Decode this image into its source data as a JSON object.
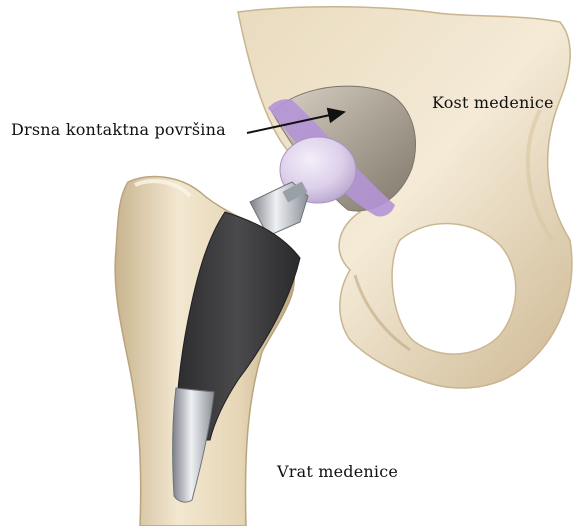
{
  "labels": {
    "contact_surface": "Drsna kontaktna površina",
    "pelvis_bone": "Kost medenice",
    "femoral_neck": "Vrat medenice"
  },
  "colors": {
    "bone_light": "#efe2c6",
    "bone_mid": "#ddc9a3",
    "bone_shadow": "#b9a47e",
    "liner_purple": "#b493d6",
    "head_lavender": "#ddd0ea",
    "stem_dark": "#3a3a3c",
    "metal": "#c9ccd1"
  }
}
